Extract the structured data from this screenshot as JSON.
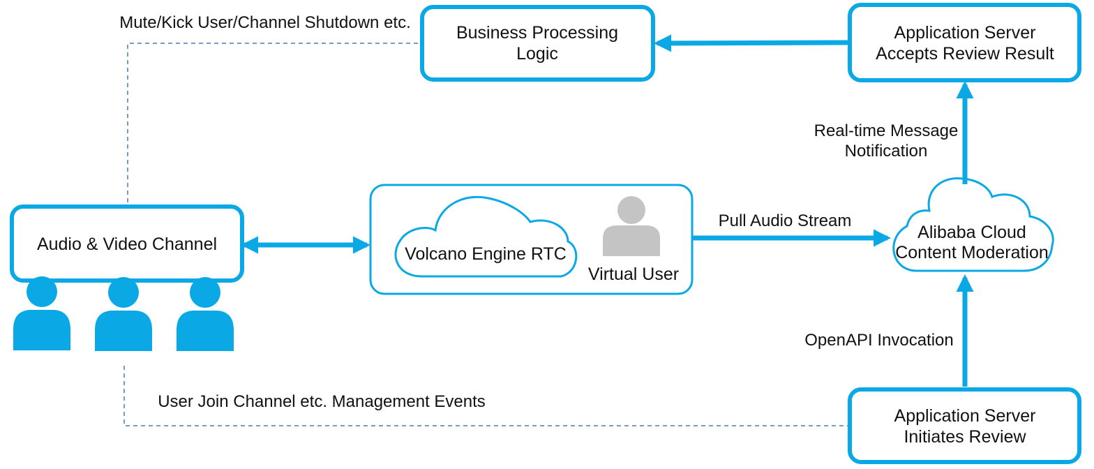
{
  "colors": {
    "accent": "#0aa9e6",
    "person_blue": "#0aa9e6",
    "person_gray": "#c4c4c4",
    "dashed_line": "#6a8fb6",
    "text": "#111111"
  },
  "nodes": {
    "av_channel": {
      "label": "Audio & Video Channel"
    },
    "business_logic": {
      "line1": "Business Processing",
      "line2": "Logic"
    },
    "server_accepts": {
      "line1": "Application Server",
      "line2": "Accepts Review Result"
    },
    "rtc_group": {
      "cloud_label": "Volcano Engine RTC",
      "virtual_user_label": "Virtual User",
      "virtual_user_icon": "person-icon"
    },
    "alibaba": {
      "line1": "Alibaba Cloud",
      "line2": "Content Moderation"
    },
    "server_initiates": {
      "line1": "Application Server",
      "line2": "Initiates Review"
    },
    "users": {
      "count": 3,
      "icon": "person-icon"
    }
  },
  "edges": {
    "mute_kick": "Mute/Kick User/Channel Shutdown etc.",
    "realtime_line1": "Real-time Message",
    "realtime_line2": "Notification",
    "pull_audio": "Pull Audio Stream",
    "openapi": "OpenAPI Invocation",
    "user_join": "User Join Channel etc. Management Events"
  }
}
